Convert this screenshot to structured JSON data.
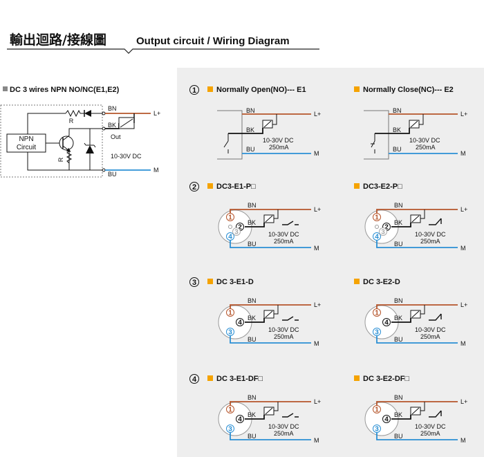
{
  "header": {
    "title_cn": "輸出迴路/接線圖",
    "title_en": "Output circuit / Wiring Diagram"
  },
  "left": {
    "title": "DC 3 wires NPN NO/NC(E1,E2)",
    "block_label": [
      "NPN",
      "Circuit"
    ],
    "bn": "BN",
    "bk": "BK",
    "bu": "BU",
    "out": "Out",
    "r": "R",
    "supply": "10-30V DC",
    "lplus": "L+",
    "m": "M"
  },
  "wire": {
    "bn": "BN",
    "bk": "BK",
    "bu": "BU",
    "lplus": "L+",
    "m": "M",
    "voltage": "10-30V DC",
    "current": "250mA",
    "pin1": "1",
    "pin2": "2",
    "pin3": "3",
    "pin4": "4"
  },
  "sections": [
    {
      "num": "1",
      "left": "Normally Open(NO)--- E1",
      "right": "Normally Close(NC)--- E2"
    },
    {
      "num": "2",
      "left": "DC3-E1-P□",
      "right": "DC3-E2-P□"
    },
    {
      "num": "3",
      "left": "DC 3-E1-D",
      "right": "DC 3-E2-D"
    },
    {
      "num": "4",
      "left": "DC 3-E1-DF□",
      "right": "DC 3-E2-DF□"
    }
  ],
  "colors": {
    "bn": "#b5542a",
    "bu": "#2a8fd4",
    "bk": "#111111",
    "accent": "#f5a300",
    "panel": "#eeeeee",
    "grey_square": "#888888"
  }
}
